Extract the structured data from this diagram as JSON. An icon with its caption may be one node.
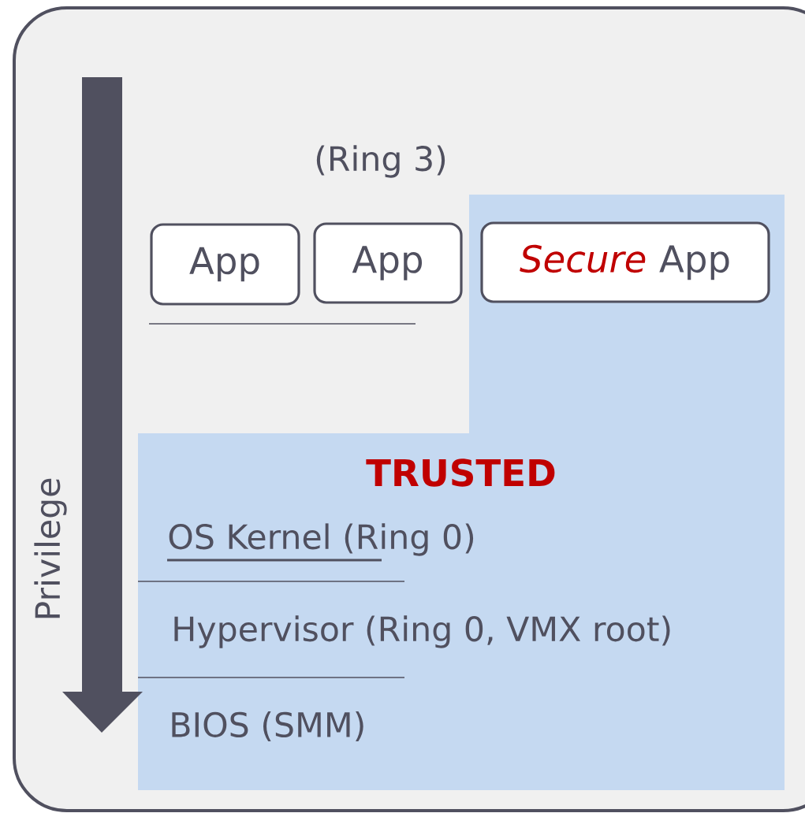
{
  "diagram": {
    "nodes": [
      {
        "text": [
          "TRUSTED",
          "OS Kernel (Ring 0)",
          "Hypervisor (Ring 0, VMX root)",
          "BIOS  (SMM)"
        ]
      },
      {
        "text": [
          "App"
        ]
      },
      {
        "text": [
          "App"
        ]
      },
      {
        "text": [
          "Secure",
          "App"
        ],
        "in": 0
      }
    ],
    "labels": [
      "(Ring 3)",
      "Privilege"
    ]
  }
}
